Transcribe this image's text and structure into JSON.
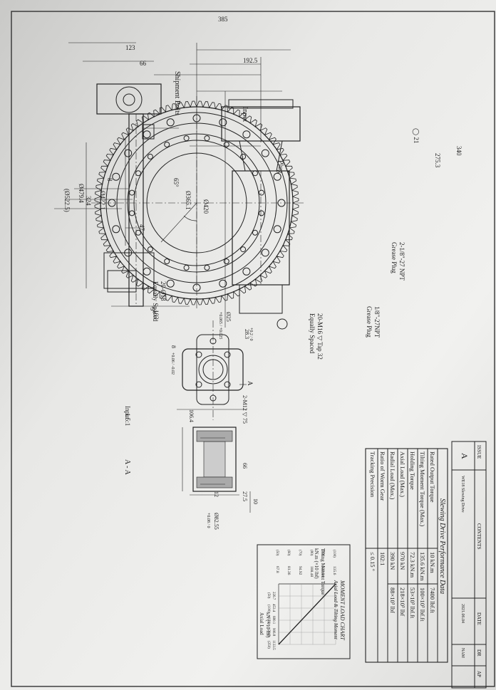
{
  "dimensions": {
    "d385": "385",
    "d192_5": "192.5",
    "d340": "340",
    "d275_3": "275.3",
    "d21": "◯ 21",
    "d123": "123",
    "d66": "66",
    "d8": "8",
    "d324": "324",
    "d420": "Ø420",
    "d365_1": "Ø365.1",
    "d422_1": "Ø422.1",
    "d479_4": "Ø479.4",
    "d522_5": "(Ø522.5)",
    "d47": "47",
    "d103": "103",
    "d65": "65°",
    "d9": "9°"
  },
  "labels": {
    "input_top": "Input",
    "shipment_bolts": "Shipment Bolts",
    "plug": "Plug",
    "grease_plug_1a": "2-1/8\"-27 NPT",
    "grease_plug_1b": "Grease Plug",
    "grease_plug_2a": "1/8\"-27NPT",
    "grease_plug_2b": "Grease Plug",
    "holes_20_18a": "20-Ø18",
    "holes_20_18b": "Equally Spaced",
    "holes_m16a": "20-M16 ▽ Tap 32",
    "holes_m16b": "Equally Spaced"
  },
  "flange": {
    "d28_3": "28.3",
    "d28_3_tol": "+0.2 / 0",
    "d25": "Ø25",
    "d25_tol": "+0.065 / +0.025",
    "d8": "8",
    "d8_tol": "+0.06 / -0.02",
    "d106_4": "106.4",
    "m12": "2-M12 ▽ 75",
    "sec_a": "A",
    "ratio_label": "Input",
    "ratio_value": "1.5:1"
  },
  "section": {
    "title": "A - A",
    "d66": "66",
    "d27_5": "27.5",
    "d10": "10",
    "d12": "12",
    "d82_55": "Ø82.55",
    "d82_55_tol": "+0.08 / 0"
  },
  "performance": {
    "title": "Slewing Drive Performance Data",
    "rows": [
      {
        "label": "Rated Output Torque",
        "si": "10 kN.m",
        "imp": "7400 lbf.ft"
      },
      {
        "label": "Tilting Moment Torque (Max.)",
        "si": "135.6 kN.m",
        "imp": "100×10³ lbf.ft"
      },
      {
        "label": "Holding Torque",
        "si": "72.3 kN.m",
        "imp": "53×10³ lbf.ft"
      },
      {
        "label": "Axial Load (Max.)",
        "si": "970 kN",
        "imp": "218×10³ lbf"
      },
      {
        "label": "Radial Load (Max.)",
        "si": "390 kN",
        "imp": "88×10³ lbf"
      },
      {
        "label": "Ratio of Worm Gear",
        "si": "102:1",
        "imp": ""
      },
      {
        "label": "Tracking Precision",
        "si": "≤ 0.15 °",
        "imp": ""
      }
    ]
  },
  "moment_chart": {
    "title": "MOMENT LOAD CHART",
    "subtitle": "Axial Load & Tilting Moment",
    "ylabel": "Tilting Moment Torque",
    "yunit": "kN.m (×10 lbf)",
    "xlabel": "Axial Load",
    "xunit": "kN (×10 lbf)",
    "yticks": [
      "135.6",
      "122.04",
      "108.48",
      "94.92",
      "81.36",
      "67.8"
    ],
    "ytick_imp": [
      "(100)",
      "(90)",
      "(80)",
      "(70)",
      "(60)",
      "(50)"
    ],
    "xticks": [
      "226.7",
      "453.4",
      "680.1",
      "906.8",
      "1133.5"
    ],
    "xtick_imp": [
      "(50)",
      "(100)",
      "(150)",
      "(200)",
      "(250)"
    ]
  },
  "title_block": {
    "issue": "ISSUE",
    "contents": "CONTENTS",
    "date": "DATE",
    "dr": "DR",
    "ap": "AP",
    "rev": "A",
    "content_text": "WE18 Slewing Drive",
    "date_val": "2021.06.04",
    "dr_val": "NAM"
  }
}
